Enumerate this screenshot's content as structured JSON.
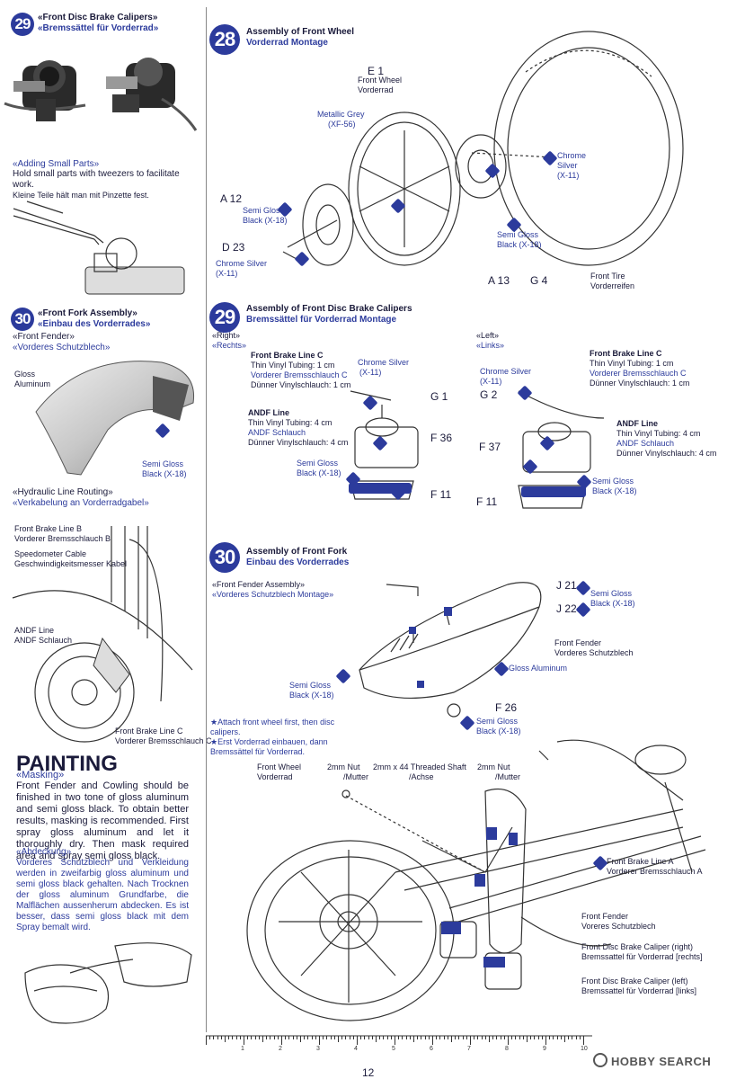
{
  "left": {
    "s29": {
      "num": "29",
      "title_en": "«Front Disc Brake Calipers»",
      "title_de": "«Bremssättel für Vorderrad»"
    },
    "small_parts": {
      "title": "«Adding Small Parts»",
      "en": "Hold small parts with tweezers to facilitate work.",
      "de": "Kleine Teile hält man mit Pinzette fest."
    },
    "s30": {
      "num": "30",
      "title_en": "«Front Fork Assembly»",
      "title_de": "«Einbau des Vorderrades»",
      "fender_en": "«Front Fender»",
      "fender_de": "«Vorderes Schutzblech»",
      "gloss": "Gloss",
      "aluminum": "Aluminum",
      "semi_gloss": "Semi Gloss",
      "black": "Black (X-18)"
    },
    "hydraulic": {
      "title_en": "«Hydraulic Line Routing»",
      "title_de": "«Verkabelung an Vorderradgabel»",
      "l1_en": "Front Brake Line B",
      "l1_de": "Vorderer Bremsschlauch B",
      "l2_en": "Speedometer Cable",
      "l2_de": "Geschwindigkeitsmesser Kabel",
      "l3_en": "ANDF Line",
      "l3_de": "ANDF Schlauch",
      "l4_en": "Front Brake Line C",
      "l4_de": "Vorderer Bremsschlauch C"
    },
    "painting": {
      "title": "PAINTING",
      "masking": "«Masking»",
      "en": "Front Fender and Cowling should be finished in two tone of gloss aluminum and semi gloss black. To obtain better results, masking is recommended. First spray gloss aluminum and let it thoroughly dry. Then mask required area and spray semi gloss black.",
      "abdeckung": "«Abdeckung»",
      "de": "Vorderes Schutzblech und Verkleidung werden in zweifarbig gloss aluminum und semi gloss black gehalten. Nach Trocknen der gloss aluminum Grundfarbe, die Malflächen aussenherum abdecken. Es ist besser, dass semi gloss black mit dem Spray bemalt wird."
    }
  },
  "right": {
    "s28": {
      "num": "28",
      "title_en": "Assembly of Front Wheel",
      "title_de": "Vorderrad Montage",
      "e1": "E 1",
      "front_wheel": "Front Wheel",
      "vorderrad": "Vorderrad",
      "metallic_grey": "Metallic Grey",
      "xf56": "(XF-56)",
      "chrome": "Chrome",
      "silver": "Silver",
      "x11": "(X-11)",
      "a12": "A 12",
      "semi_gloss": "Semi Gloss",
      "black_x18": "Black (X-18)",
      "d23": "D 23",
      "chrome_silver": "Chrome Silver",
      "a13": "A 13",
      "g4": "G 4",
      "front_tire": "Front Tire",
      "vorderreifen": "Vorderreifen"
    },
    "s29": {
      "num": "29",
      "title_en": "Assembly of Front Disc Brake Calipers",
      "title_de": "Bremssättel für Vorderrad Montage",
      "right_en": "«Right»",
      "right_de": "«Rechts»",
      "left_en": "«Left»",
      "left_de": "«Links»",
      "fbl_c": "Front Brake Line C",
      "tubing": "Thin Vinyl Tubing: 1 cm",
      "fbl_c_de": "Vorderer Bremsschlauch C",
      "tubing_de": "Dünner Vinylschlauch: 1 cm",
      "chrome_silver": "Chrome Silver",
      "x11": "(X-11)",
      "g1": "G 1",
      "g2": "G 2",
      "andf": "ANDF Line",
      "tubing4": "Thin Vinyl Tubing: 4 cm",
      "andf_de": "ANDF Schlauch",
      "tubing4_de": "Dünner Vinylschlauch: 4 cm",
      "f36": "F 36",
      "f37": "F 37",
      "f11": "F 11",
      "semi_gloss": "Semi Gloss",
      "black_x18": "Black (X-18)"
    },
    "s30": {
      "num": "30",
      "title_en": "Assembly of Front Fork",
      "title_de": "Einbau des Vorderrades",
      "sub_en": "«Front Fender Assembly»",
      "sub_de": "«Vorderes Schutzblech Montage»",
      "j21": "J 21",
      "j22": "J 22",
      "semi_gloss": "Semi Gloss",
      "black_x18": "Black (X-18)",
      "front_fender": "Front Fender",
      "front_fender_de": "Vorderes Schutzblech",
      "gloss_aluminum": "Gloss Aluminum",
      "f26": "F 26",
      "note_en": "★Attach front wheel first, then disc calipers.",
      "note_de": "★Erst Vorderrad einbauen, dann Bremssättel für Vorderrad.",
      "front_wheel": "Front Wheel",
      "vorderrad": "Vorderrad",
      "nut": "2mm Nut",
      "mutter": "/Mutter",
      "shaft": "2mm x 44 Threaded Shaft",
      "achse": "/Achse",
      "nut2": "2mm Nut",
      "mutter2": "/Mutter",
      "fbl_a": "Front Brake Line A",
      "fbl_a_de": "Vorderer Bremsschlauch A",
      "fender": "Front Fender",
      "fender_de": "Voreres Schutzblech",
      "cal_r": "Front Disc Brake Caliper (right)",
      "cal_r_de": "Bremssattel für Vorderrad [rechts]",
      "cal_l": "Front Disc Brake Caliper (left)",
      "cal_l_de": "Bremssattel für Vorderrad [links]"
    }
  },
  "footer": {
    "page": "12",
    "ruler": [
      "1",
      "2",
      "3",
      "4",
      "5",
      "6",
      "7",
      "8",
      "9",
      "10"
    ],
    "watermark": "HOBBY SEARCH"
  }
}
